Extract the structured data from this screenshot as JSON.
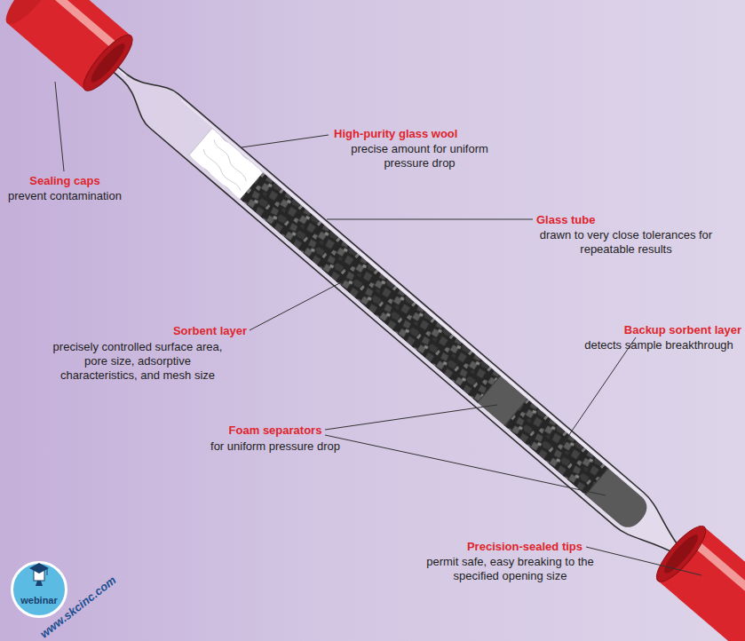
{
  "diagram": {
    "nodes": [
      {
        "text": [
          "webinar"
        ]
      }
    ],
    "labels": [
      "Sealing caps",
      "prevent contamination",
      "High-purity glass wool",
      "precise amount for uniform pressure drop",
      "Glass tube",
      "drawn to very close tolerances for repeatable results",
      "Sorbent layer",
      "precisely controlled surface area, pore size, adsorptive characteristics, and mesh size",
      "Backup sorbent layer",
      "detects sample breakthrough",
      "Foam separators",
      "for uniform pressure drop",
      "Precision-sealed tips",
      "permit safe, easy breaking to the specified opening size",
      "www.skcinc.com"
    ]
  }
}
